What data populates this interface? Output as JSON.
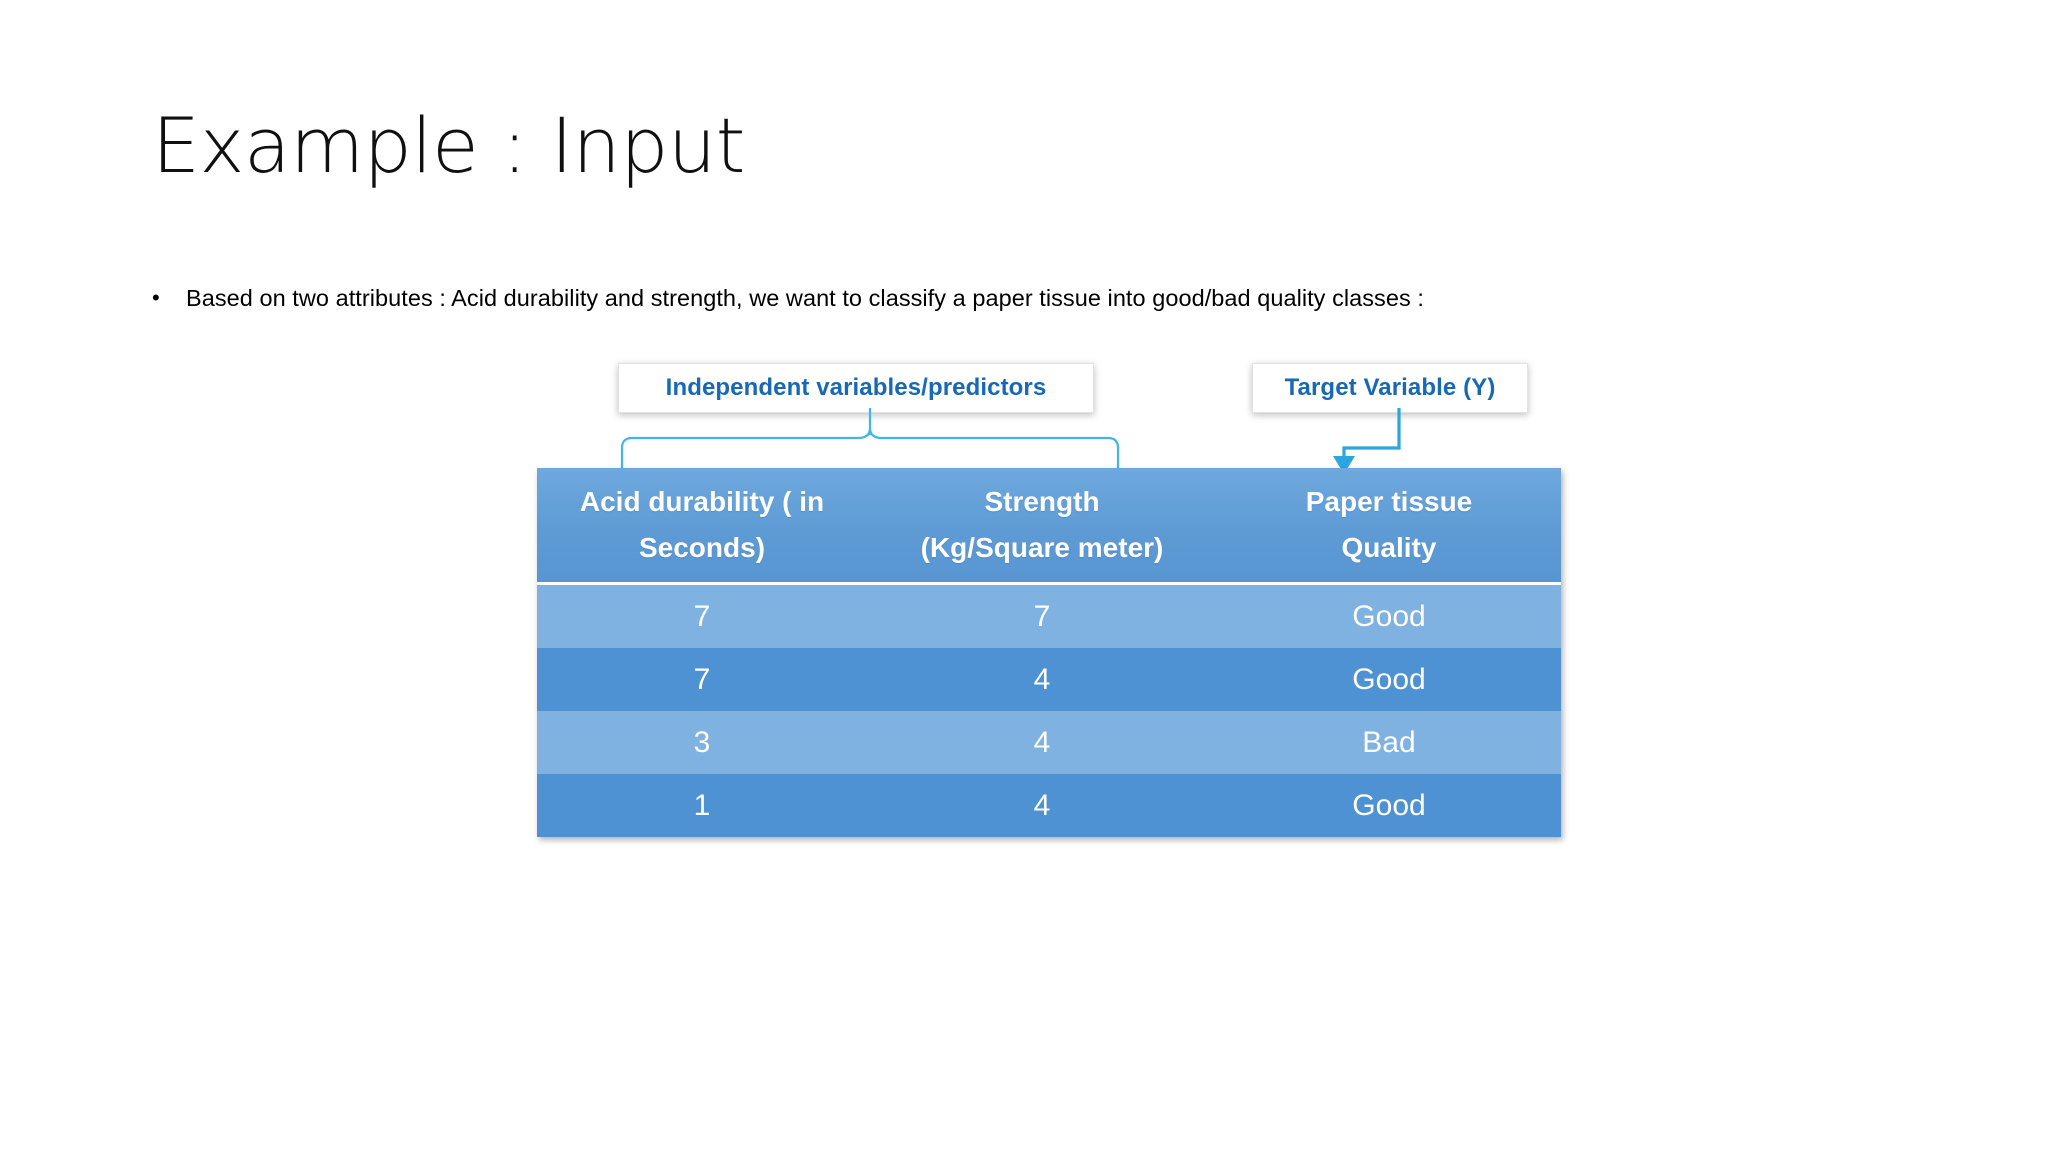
{
  "slide": {
    "title": "Example : Input",
    "bullet_marker": "•",
    "bullet_text": "Based on two attributes : Acid durability and strength, we want to classify a paper tissue into good/bad quality classes :"
  },
  "callouts": {
    "independent": "Independent variables/predictors",
    "target": "Target Variable (Y)"
  },
  "table": {
    "headers": [
      "Acid durability ( in Seconds)",
      "Strength (Kg/Square meter)",
      "Paper tissue Quality"
    ],
    "header_lines": [
      [
        "Acid durability ( in",
        "Seconds)"
      ],
      [
        "Strength",
        "(Kg/Square meter)"
      ],
      [
        "Paper tissue",
        "Quality"
      ]
    ],
    "rows": [
      [
        "7",
        "7",
        "Good"
      ],
      [
        "7",
        "4",
        "Good"
      ],
      [
        "3",
        "4",
        "Bad"
      ],
      [
        "1",
        "4",
        "Good"
      ]
    ]
  },
  "colors": {
    "callout_text": "#1768b5",
    "connector": "#41b6e6",
    "table_header_bg": "#5e9bd5",
    "row_light": "#7fb2e0",
    "row_dark": "#4f92d4",
    "title_text": "#101010"
  }
}
